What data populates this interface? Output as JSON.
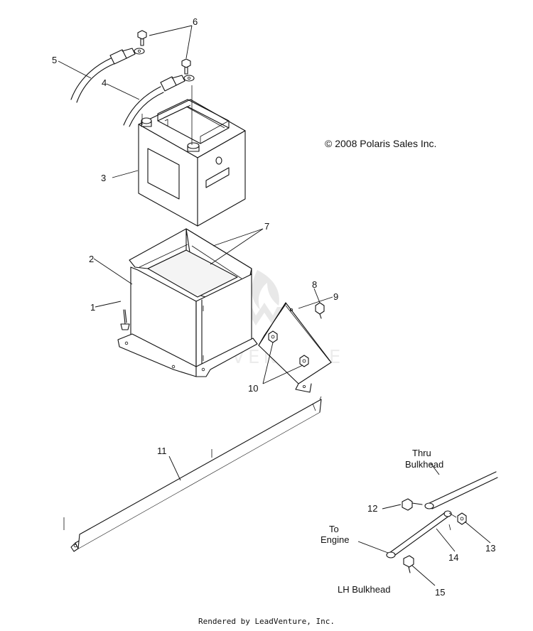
{
  "copyright": "© 2008 Polaris Sales Inc.",
  "watermark": "LEADVENTURE",
  "footer": "Rendered by LeadVenture, Inc.",
  "callouts": [
    "1",
    "2",
    "3",
    "4",
    "5",
    "6",
    "7",
    "8",
    "9",
    "10",
    "11",
    "12",
    "13",
    "14",
    "15"
  ],
  "notes": {
    "thru_line1": "Thru",
    "thru_line2": "Bulkhead",
    "to_line1": "To",
    "to_line2": "Engine",
    "lh_bulkhead": "LH Bulkhead"
  }
}
